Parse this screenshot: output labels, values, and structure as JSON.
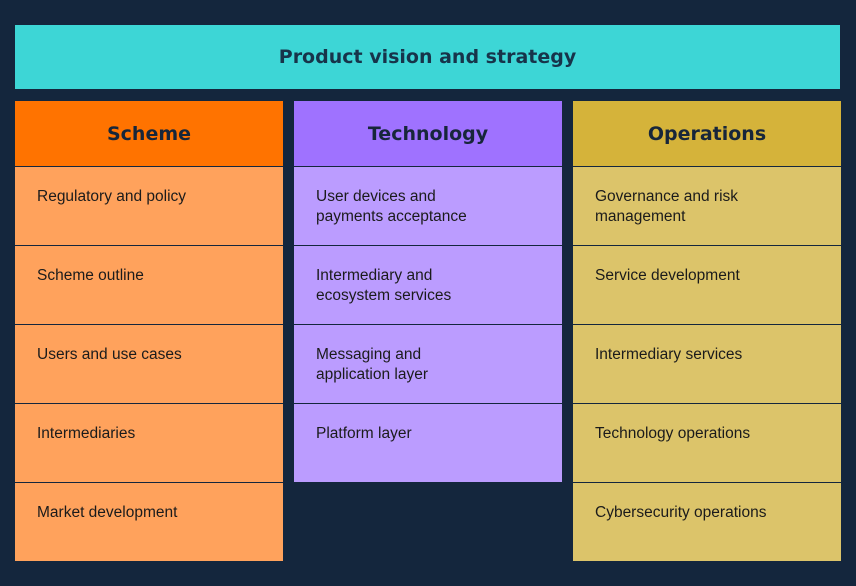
{
  "banner": {
    "title": "Product vision and strategy"
  },
  "colors": {
    "background": "#14263d",
    "banner": "#3dd6d6",
    "scheme_header": "#ff7300",
    "scheme_cell": "#ffa25c",
    "technology_header": "#9f72ff",
    "technology_cell": "#bb9cff",
    "operations_header": "#d5b33a",
    "operations_cell": "#dcc46a"
  },
  "columns": {
    "scheme": {
      "title": "Scheme",
      "items": [
        "Regulatory and policy",
        "Scheme outline",
        "Users and use cases",
        "Intermediaries",
        "Market development"
      ]
    },
    "technology": {
      "title": "Technology",
      "items": [
        "User devices and\npayments acceptance",
        "Intermediary and\necosystem services",
        "Messaging and\napplication layer",
        "Platform layer"
      ]
    },
    "operations": {
      "title": "Operations",
      "items": [
        "Governance and risk\nmanagement",
        "Service development",
        "Intermediary services",
        "Technology operations",
        "Cybersecurity operations"
      ]
    }
  }
}
